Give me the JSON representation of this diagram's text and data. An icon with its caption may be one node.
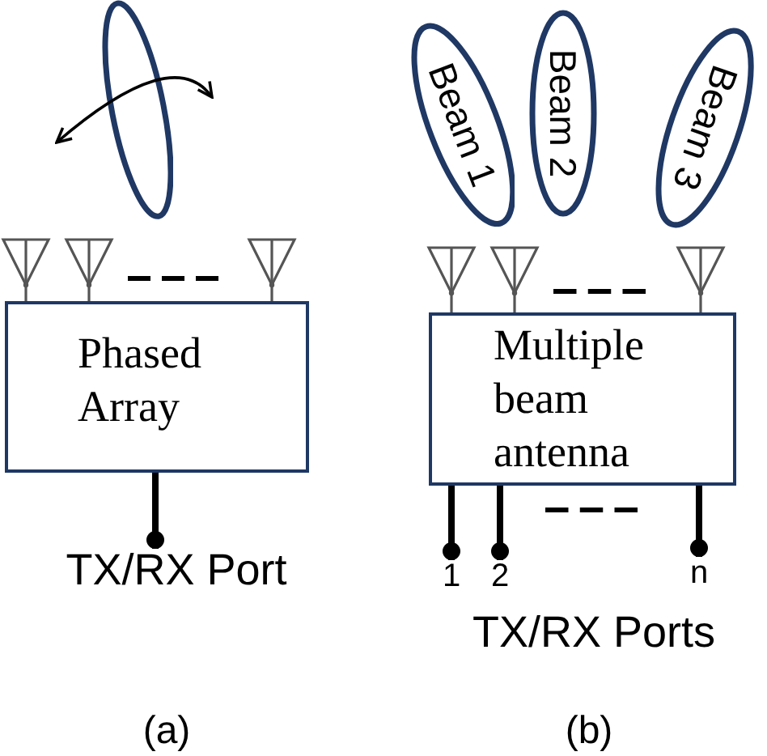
{
  "diagram": {
    "nodes": [
      {
        "text": [],
        "shape": "ellipse"
      },
      {
        "text": [
          "Phased Array"
        ]
      },
      {
        "text": [
          "TX/RX Port"
        ]
      },
      {
        "text": [
          "Beam 1"
        ]
      },
      {
        "text": [
          "Beam 2"
        ]
      },
      {
        "text": [
          "Beam 3"
        ]
      },
      {
        "text": [
          "Multiple beam antenna"
        ]
      },
      {
        "text": [
          "1"
        ]
      },
      {
        "text": [
          "2"
        ]
      },
      {
        "text": [
          "n"
        ]
      }
    ],
    "edges": [
      {
        "from": 1,
        "to": 2,
        "arrow": "other"
      },
      {
        "from": 6,
        "to": 7,
        "arrow": "other"
      },
      {
        "from": 6,
        "to": 8,
        "arrow": "other"
      },
      {
        "from": 6,
        "to": 9,
        "arrow": "other"
      }
    ],
    "labels": [
      "TX/RX Ports",
      "(a)",
      "(b)"
    ]
  }
}
